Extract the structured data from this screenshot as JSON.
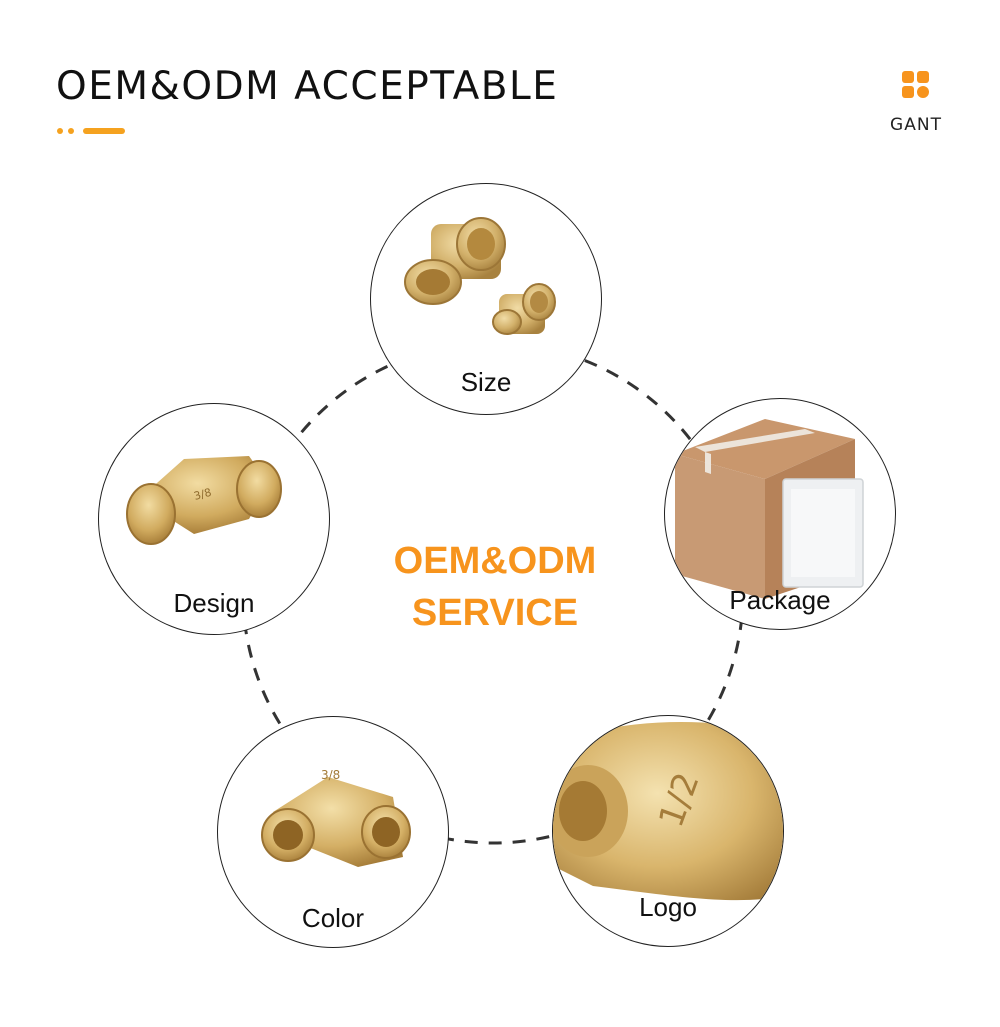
{
  "header": {
    "title": "OEM&ODM ACCEPTABLE",
    "accent_color": "#f5a21f"
  },
  "brand": {
    "name": "GANT",
    "logo_icon": "four-leaf-logo-icon",
    "color": "#f7941d"
  },
  "center": {
    "line1": "OEM&ODM",
    "line2": "SERVICE",
    "color": "#f7941d"
  },
  "nodes": [
    {
      "label": "Size",
      "image": "two-brass-elbow-fittings"
    },
    {
      "label": "Package",
      "image": "cardboard-box-and-plastic-bag"
    },
    {
      "label": "Logo",
      "image": "brass-elbow-closeup-with-marking"
    },
    {
      "label": "Color",
      "image": "brass-elbow-fitting"
    },
    {
      "label": "Design",
      "image": "brass-elbow-fitting-side-view"
    }
  ]
}
